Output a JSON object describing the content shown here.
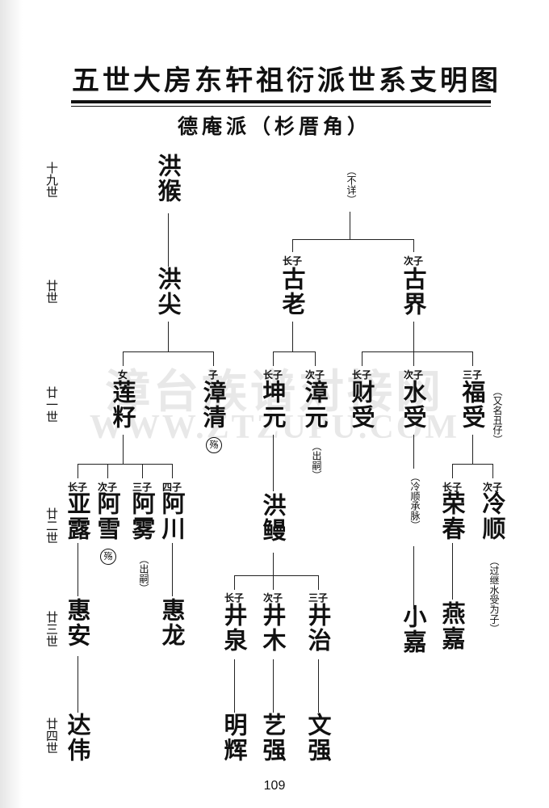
{
  "title": "五世大房东轩祖衍派世系支明图",
  "subtitle": "德庵派（杉厝角）",
  "generations": [
    "十九世",
    "廿世",
    "廿一世",
    "廿二世",
    "廿三世",
    "廿四世"
  ],
  "watermark": {
    "line1": "漳台族谱对接网",
    "line2": "WWW.ZTZUPU.COM"
  },
  "page_number": "109",
  "tree": {
    "gen19": {
      "honghou": "洪猴",
      "unknown_note": "（不详）"
    },
    "gen20": {
      "hongjian": "洪尖",
      "gulao": {
        "rank": "长子",
        "name": "古老"
      },
      "gujie": {
        "rank": "次子",
        "name": "古界"
      }
    },
    "gen21": {
      "lianzi": {
        "rank": "女",
        "name": "莲籽"
      },
      "zhangqing": {
        "rank": "子",
        "name": "漳清",
        "mark": "殇"
      },
      "kunyuan": {
        "rank": "长子",
        "name": "坤元"
      },
      "zhangyuan": {
        "rank": "次子",
        "name": "漳元",
        "note": "（出嗣）"
      },
      "caishou": {
        "rank": "长子",
        "name": "财受"
      },
      "shuishou": {
        "rank": "次子",
        "name": "水受",
        "note": "（冷顺承脉）"
      },
      "fushou": {
        "rank": "三子",
        "name": "福受",
        "note": "（又名丑仔）"
      }
    },
    "gen22": {
      "yalu": {
        "rank": "长子",
        "name": "亚露"
      },
      "axue": {
        "rank": "次子",
        "name": "阿雪",
        "mark": "殇"
      },
      "awu": {
        "rank": "三子",
        "name": "阿雾",
        "note": "（出嗣）"
      },
      "achuan": {
        "rank": "四子",
        "name": "阿川"
      },
      "hongman": "洪鳗",
      "rongchun": {
        "rank": "长子",
        "name": "荣春"
      },
      "lengshun": {
        "rank": "次子",
        "name": "冷顺",
        "note": "（过继水受为子）"
      }
    },
    "gen23": {
      "huian": "惠安",
      "huilong": "惠龙",
      "jingquan": {
        "rank": "长子",
        "name": "井泉"
      },
      "jingmu": {
        "rank": "次子",
        "name": "井木"
      },
      "jingzhi": {
        "rank": "三子",
        "name": "井治"
      },
      "xiaojia": "小嘉",
      "yanjia": "燕嘉"
    },
    "gen24": {
      "dawei": "达伟",
      "minghui": "明辉",
      "yiqiang": "艺强",
      "wenqiang": "文强"
    }
  }
}
